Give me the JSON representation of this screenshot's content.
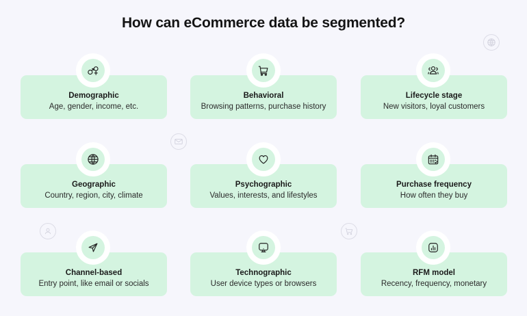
{
  "title": "How can eCommerce data be segmented?",
  "colors": {
    "background": "#f6f6fc",
    "card": "#d4f4e0",
    "badge_ring": "#ffffff",
    "text": "#1a1a1a"
  },
  "segments": [
    {
      "label": "Demographic",
      "desc": "Age, gender, income, etc.",
      "icon": "gender-icon"
    },
    {
      "label": "Behavioral",
      "desc": "Browsing patterns, purchase history",
      "icon": "shopping-cart-icon"
    },
    {
      "label": "Lifecycle stage",
      "desc": "New visitors, loyal customers",
      "icon": "users-group-icon"
    },
    {
      "label": "Geographic",
      "desc": "Country, region, city, climate",
      "icon": "globe-icon"
    },
    {
      "label": "Psychographic",
      "desc": "Values, interests, and lifestyles",
      "icon": "heart-icon"
    },
    {
      "label": "Purchase frequency",
      "desc": "How often they buy",
      "icon": "calendar-check-icon"
    },
    {
      "label": "Channel-based",
      "desc": "Entry point, like email or socials",
      "icon": "send-icon"
    },
    {
      "label": "Technographic",
      "desc": "User device types or browsers",
      "icon": "monitor-icon"
    },
    {
      "label": "RFM model",
      "desc": "Recency, frequency, monetary",
      "icon": "bar-chart-icon"
    }
  ],
  "decorations": [
    "globe-icon",
    "mail-icon",
    "user-icon",
    "shopping-cart-icon"
  ]
}
